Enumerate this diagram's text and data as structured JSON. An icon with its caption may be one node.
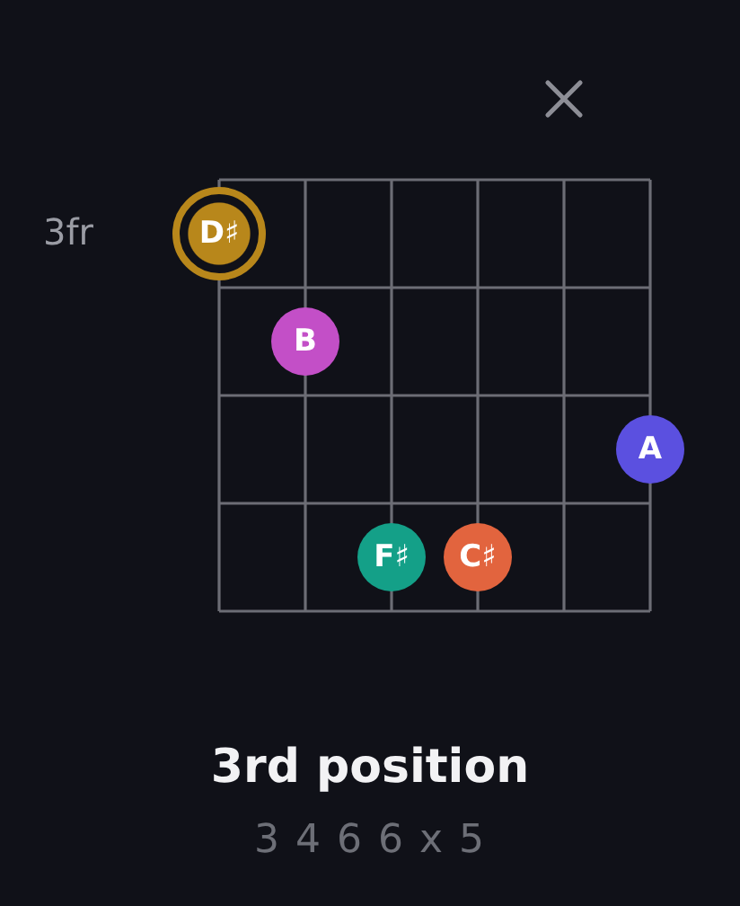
{
  "diagram": {
    "title": "3rd position",
    "nodes": [
      {
        "text": [
          "D♯"
        ]
      },
      {
        "text": [
          "B"
        ]
      },
      {
        "text": [
          "A"
        ]
      },
      {
        "text": [
          "F♯"
        ]
      },
      {
        "text": [
          "C♯"
        ]
      }
    ],
    "labels": [
      "3fr",
      "3 4 6 6 x 5"
    ]
  }
}
